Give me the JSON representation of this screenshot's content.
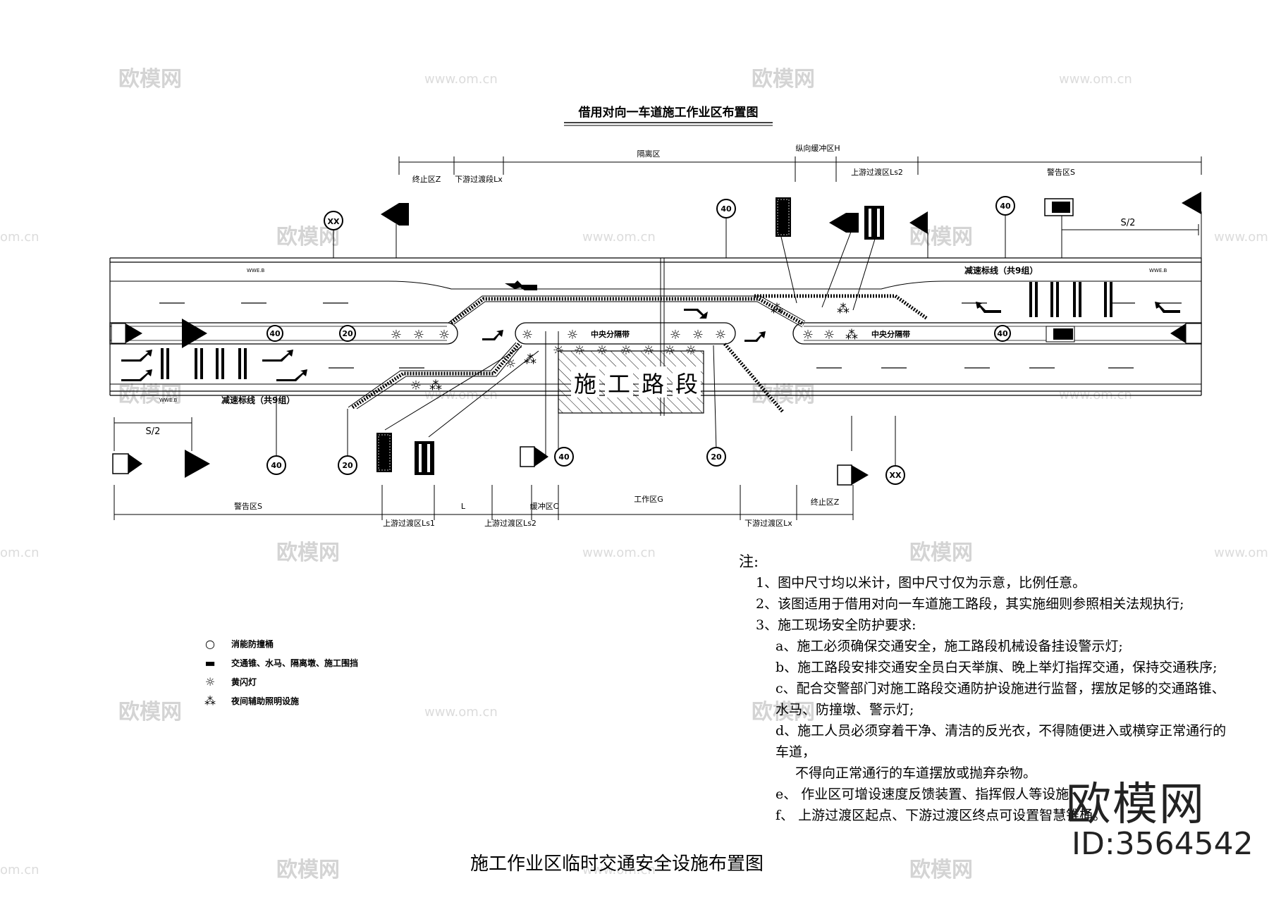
{
  "diagram_title": "借用对向一车道施工作业区布置图",
  "top_zones": {
    "end_zone": "终止区Z",
    "downstream_transition": "下游过渡段Lx",
    "isolation": "隔离区",
    "buffer": "纵向缓冲区H",
    "upstream_transition": "上游过渡区Ls2",
    "warning": "警告区S",
    "half_spacing": "S/2"
  },
  "bottom_zones": {
    "warning": "警告区S",
    "upstream_transition1": "上游过渡区Ls1",
    "length": "L",
    "upstream_transition2": "上游过渡区Ls2",
    "buffer": "缓冲区C",
    "work": "工作区G",
    "downstream_transition": "下游过渡区Lx",
    "end_zone": "终止区Z",
    "half_spacing": "S/2"
  },
  "road": {
    "median_label_left": "中央分隔带",
    "median_label_right": "中央分隔带",
    "work_section": [
      "施",
      "工",
      "路",
      "段"
    ],
    "decel_marking_bottom": "减速标线（共9组）",
    "decel_marking_top": "减速标线（共9组）",
    "speed_40": "40",
    "speed_20": "20",
    "no_restriction": "XX"
  },
  "legend": [
    {
      "icon": "circle-icon",
      "label": "消能防撞桶"
    },
    {
      "icon": "dash-icon",
      "label": "交通锥、水马、隔离墩、施工围挡"
    },
    {
      "icon": "sun-icon",
      "label": "黄闪灯"
    },
    {
      "icon": "lamp-icon",
      "label": "夜间辅助照明设施"
    }
  ],
  "notes": {
    "head": "注:",
    "items": [
      "1、图中尺寸均以米计，图中尺寸仅为示意，比例任意。",
      "2、该图适用于借用对向一车道施工路段，其实施细则参照相关法规执行;",
      "3、施工现场安全防护要求:",
      "a、施工必须确保交通安全，施工路段机械设备挂设警示灯;",
      "b、施工路段安排交通安全员白天举旗、晚上举灯指挥交通，保持交通秩序;",
      "c、配合交警部门对施工路段交通防护设施进行监督，摆放足够的交通路锥、",
      "水马、防撞墩、警示灯;",
      "d、施工人员必须穿着干净、清洁的反光衣，不得随便进入或横穿正常通行的车道，",
      "不得向正常通行的车道摆放或抛弃杂物。",
      "e、 作业区可增设速度反馈装置、指挥假人等设施;",
      "f、 上游过渡区起点、下游过渡区终点可设置智慧锥桶。"
    ]
  },
  "bottom_title": "施工作业区临时交通安全设施布置图",
  "watermarks": {
    "brand_small": "欧模网",
    "url": "www.om.cn",
    "url_cut": "om.cn",
    "brand_large": "欧模网",
    "brand_id": "ID:3564542"
  }
}
